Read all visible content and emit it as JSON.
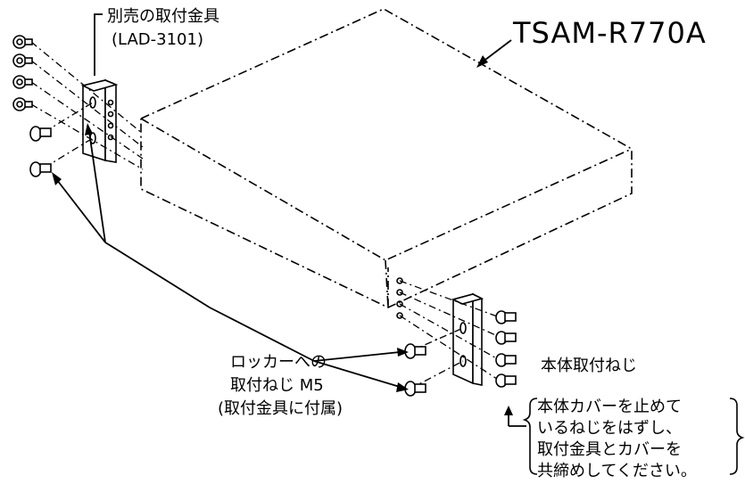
{
  "model_label": "TSAM-R770A",
  "bracket_label": {
    "line1": "別売の取付金具",
    "line2": "(LAD-3101)"
  },
  "rack_screw_label": {
    "line1": "ロッカーへの",
    "line2": "取付ねじ M5",
    "line3": "(取付金具に付属)"
  },
  "body_screw_label": "本体取付ねじ",
  "note": {
    "line1": "本体カバーを止めて",
    "line2": "いるねじをはずし、",
    "line3": "取付金具とカバーを",
    "line4": "共締めしてください。"
  }
}
